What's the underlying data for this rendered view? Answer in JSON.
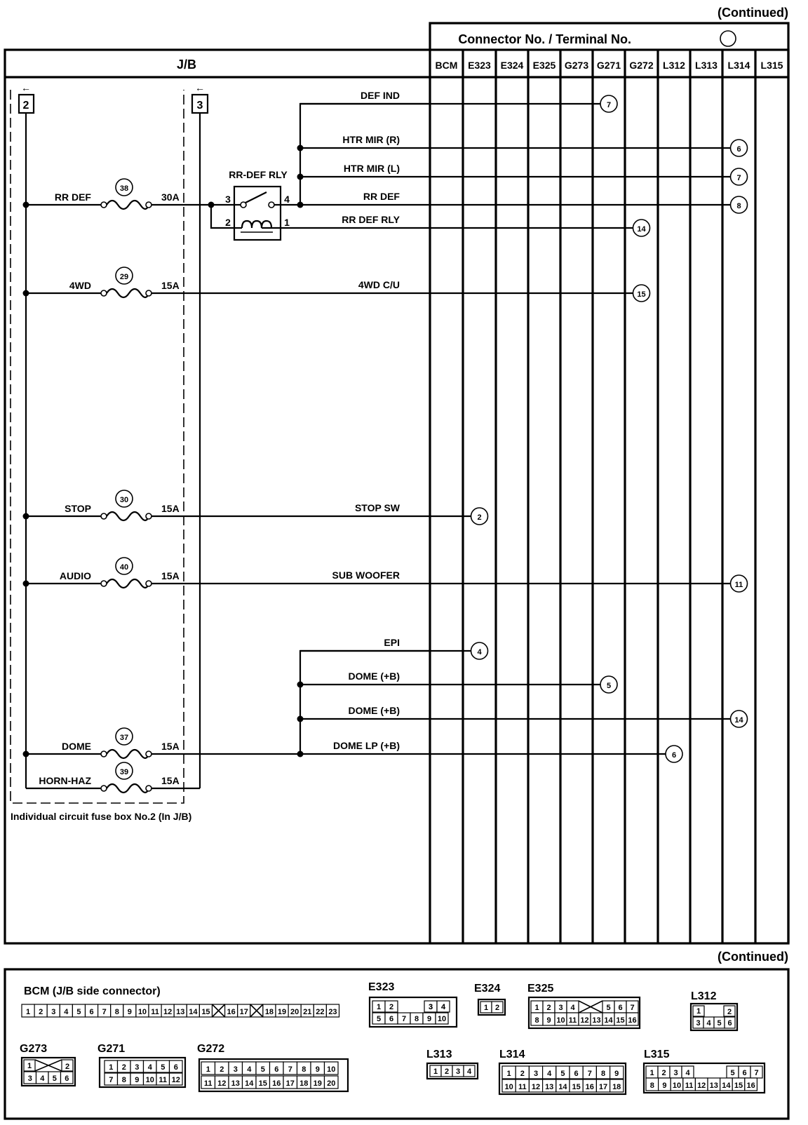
{
  "continued_top": "(Continued)",
  "continued_bottom": "(Continued)",
  "header_title": "Connector No. / Terminal No.",
  "jb_label": "J/B",
  "columns": [
    "BCM",
    "E323",
    "E324",
    "E325",
    "G273",
    "G271",
    "G272",
    "L312",
    "L313",
    "L314",
    "L315"
  ],
  "fuse_box_label": "Individual circuit fuse box No.2 (In J/B)",
  "bus_refs": [
    "2",
    "3"
  ],
  "relay_label": "RR-DEF RLY",
  "relay_pins": [
    "3",
    "4",
    "2",
    "1"
  ],
  "fuses": [
    {
      "name": "RR DEF",
      "num": "38",
      "amp": "30A"
    },
    {
      "name": "4WD",
      "num": "29",
      "amp": "15A"
    },
    {
      "name": "STOP",
      "num": "30",
      "amp": "15A"
    },
    {
      "name": "AUDIO",
      "num": "40",
      "amp": "15A"
    },
    {
      "name": "DOME",
      "num": "37",
      "amp": "15A"
    },
    {
      "name": "HORN-HAZ",
      "num": "39",
      "amp": "15A"
    }
  ],
  "circuits": [
    {
      "label": "DEF IND",
      "column": "G271",
      "terminal": "7"
    },
    {
      "label": "HTR MIR (R)",
      "column": "L314",
      "terminal": "6"
    },
    {
      "label": "HTR MIR (L)",
      "column": "L314",
      "terminal": "7"
    },
    {
      "label": "RR DEF",
      "column": "L314",
      "terminal": "8"
    },
    {
      "label": "RR DEF RLY",
      "column": "G272",
      "terminal": "14"
    },
    {
      "label": "4WD C/U",
      "column": "G272",
      "terminal": "15"
    },
    {
      "label": "STOP SW",
      "column": "E323",
      "terminal": "2"
    },
    {
      "label": "SUB WOOFER",
      "column": "L314",
      "terminal": "11"
    },
    {
      "label": "EPI",
      "column": "E323",
      "terminal": "4"
    },
    {
      "label": "DOME (+B)",
      "column": "G271",
      "terminal": "5"
    },
    {
      "label": "DOME (+B)",
      "column": "L314",
      "terminal": "14"
    },
    {
      "label": "DOME LP (+B)",
      "column": "L312",
      "terminal": "6"
    }
  ],
  "connectors": {
    "bcm": {
      "title": "BCM (J/B side connector)",
      "cells": [
        "1",
        "2",
        "3",
        "4",
        "5",
        "6",
        "7",
        "8",
        "9",
        "10",
        "11",
        "12",
        "13",
        "14",
        "15",
        "X",
        "16",
        "17",
        "X",
        "18",
        "19",
        "20",
        "21",
        "22",
        "23"
      ]
    },
    "e323": {
      "title": "E323",
      "row1": [
        "1",
        "2",
        "3",
        "4"
      ],
      "row2": [
        "5",
        "6",
        "7",
        "8",
        "9",
        "10"
      ]
    },
    "e324": {
      "title": "E324",
      "row1": [
        "1",
        "2"
      ]
    },
    "e325": {
      "title": "E325",
      "row1": [
        "1",
        "2",
        "3",
        "4",
        "5",
        "6",
        "7"
      ],
      "row2": [
        "8",
        "9",
        "10",
        "11",
        "12",
        "13",
        "14",
        "15",
        "16"
      ]
    },
    "l312": {
      "title": "L312",
      "row1": [
        "1",
        "2"
      ],
      "row2": [
        "3",
        "4",
        "5",
        "6"
      ]
    },
    "g273": {
      "title": "G273",
      "row1": [
        "1",
        "2"
      ],
      "row2": [
        "3",
        "4",
        "5",
        "6"
      ]
    },
    "g271": {
      "title": "G271",
      "row1": [
        "1",
        "2",
        "3",
        "4",
        "5",
        "6"
      ],
      "row2": [
        "7",
        "8",
        "9",
        "10",
        "11",
        "12"
      ]
    },
    "g272": {
      "title": "G272",
      "row1": [
        "1",
        "2",
        "3",
        "4",
        "5",
        "6",
        "7",
        "8",
        "9",
        "10"
      ],
      "row2": [
        "11",
        "12",
        "13",
        "14",
        "15",
        "16",
        "17",
        "18",
        "19",
        "20"
      ]
    },
    "l313": {
      "title": "L313",
      "row1": [
        "1",
        "2",
        "3",
        "4"
      ]
    },
    "l314": {
      "title": "L314",
      "row1": [
        "1",
        "2",
        "3",
        "4",
        "5",
        "6",
        "7",
        "8",
        "9"
      ],
      "row2": [
        "10",
        "11",
        "12",
        "13",
        "14",
        "15",
        "16",
        "17",
        "18"
      ]
    },
    "l315": {
      "title": "L315",
      "row1": [
        "1",
        "2",
        "3",
        "4",
        "5",
        "6",
        "7"
      ],
      "row2": [
        "8",
        "9",
        "10",
        "11",
        "12",
        "13",
        "14",
        "15",
        "16"
      ]
    }
  }
}
